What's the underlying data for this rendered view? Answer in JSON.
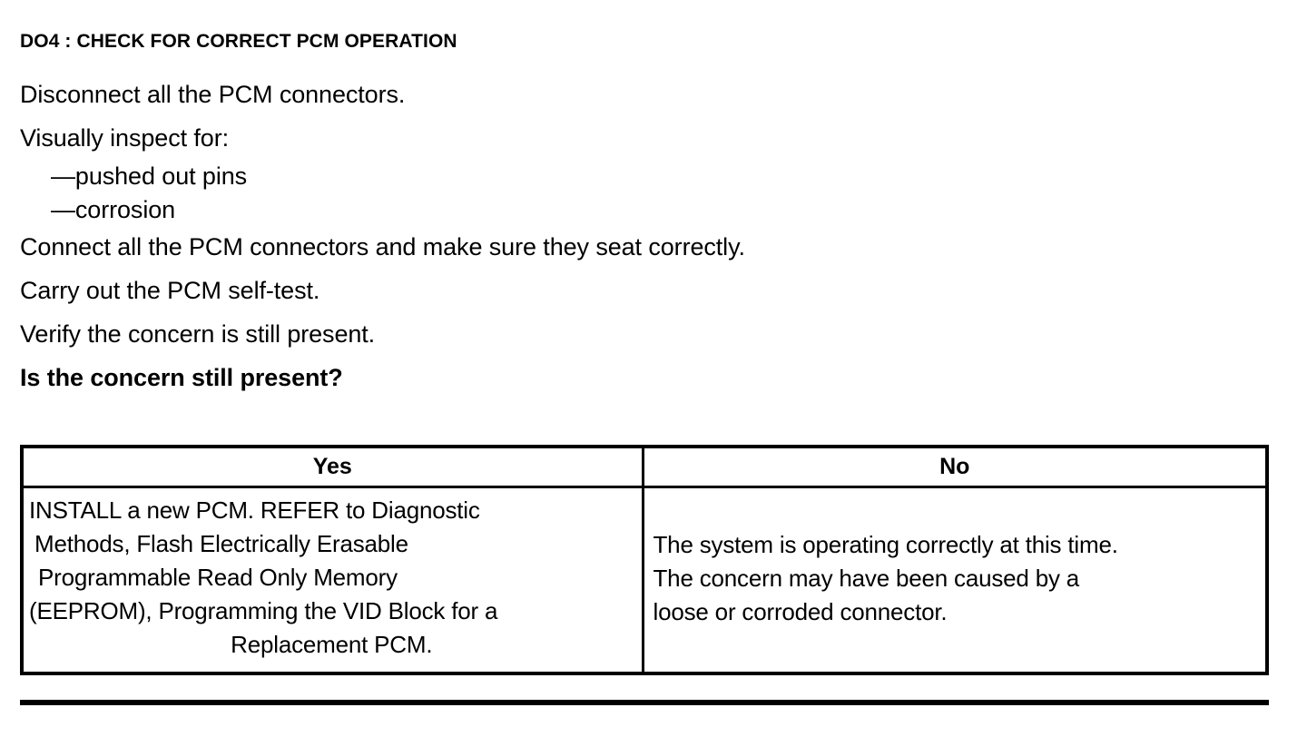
{
  "document": {
    "step_title": "DO4 : CHECK FOR CORRECT PCM OPERATION",
    "body_lines": [
      "Disconnect all the PCM connectors.",
      "Visually inspect for:"
    ],
    "bullets": [
      "—pushed out pins",
      "—corrosion"
    ],
    "body_lines_after": [
      "Connect all the PCM connectors and make sure they seat correctly.",
      "Carry out the PCM self-test.",
      "Verify the concern is still present."
    ],
    "question": "Is the concern still present?"
  },
  "decision_table": {
    "headers": {
      "yes": "Yes",
      "no": "No"
    },
    "yes_cell": {
      "lines": [
        "INSTALL a new PCM. REFER to Diagnostic",
        "Methods, Flash Electrically Erasable",
        "Programmable Read Only Memory",
        "(EEPROM), Programming the VID Block for a",
        "Replacement PCM."
      ],
      "full_text": "INSTALL a new PCM. REFER to Diagnostic Methods, Flash Electrically Erasable Programmable Read Only Memory (EEPROM), Programming the VID Block for a Replacement PCM."
    },
    "no_cell": {
      "lines": [
        "The system is operating correctly at this time.",
        "The concern may have been caused by a",
        "loose or corroded connector."
      ],
      "full_text": "The system is operating correctly at this time. The concern may have been caused by a loose or corroded connector."
    }
  },
  "colors": {
    "text": "#000000",
    "background": "#ffffff",
    "border": "#000000"
  }
}
